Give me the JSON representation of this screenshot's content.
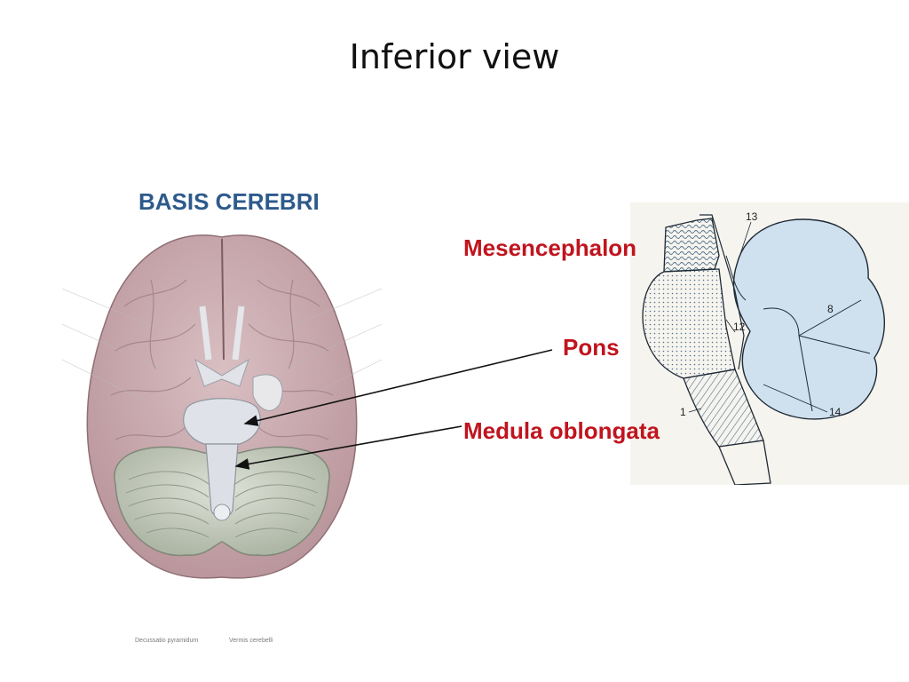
{
  "slide": {
    "title": "Inferior view"
  },
  "left_figure": {
    "heading": "BASIS CEREBRI",
    "captions": [
      "Decussatio pyramidum",
      "Vermis cerebelli"
    ]
  },
  "labels": {
    "mesencephalon": "Mesencephalon",
    "pons": "Pons",
    "medulla": "Medula oblongata"
  },
  "right_figure": {
    "numbers": [
      "13",
      "8",
      "12",
      "1",
      "14"
    ]
  },
  "colors": {
    "title": "#111111",
    "heading_blue": "#2d5a8c",
    "label_red": "#c0141e",
    "cerebrum": "#c9a9ad",
    "cerebellum": "#c4cbbd",
    "brainstem": "#dde0e6",
    "diagram_blue": "#cfe0ee",
    "diagram_bg": "#f6f4ee"
  }
}
